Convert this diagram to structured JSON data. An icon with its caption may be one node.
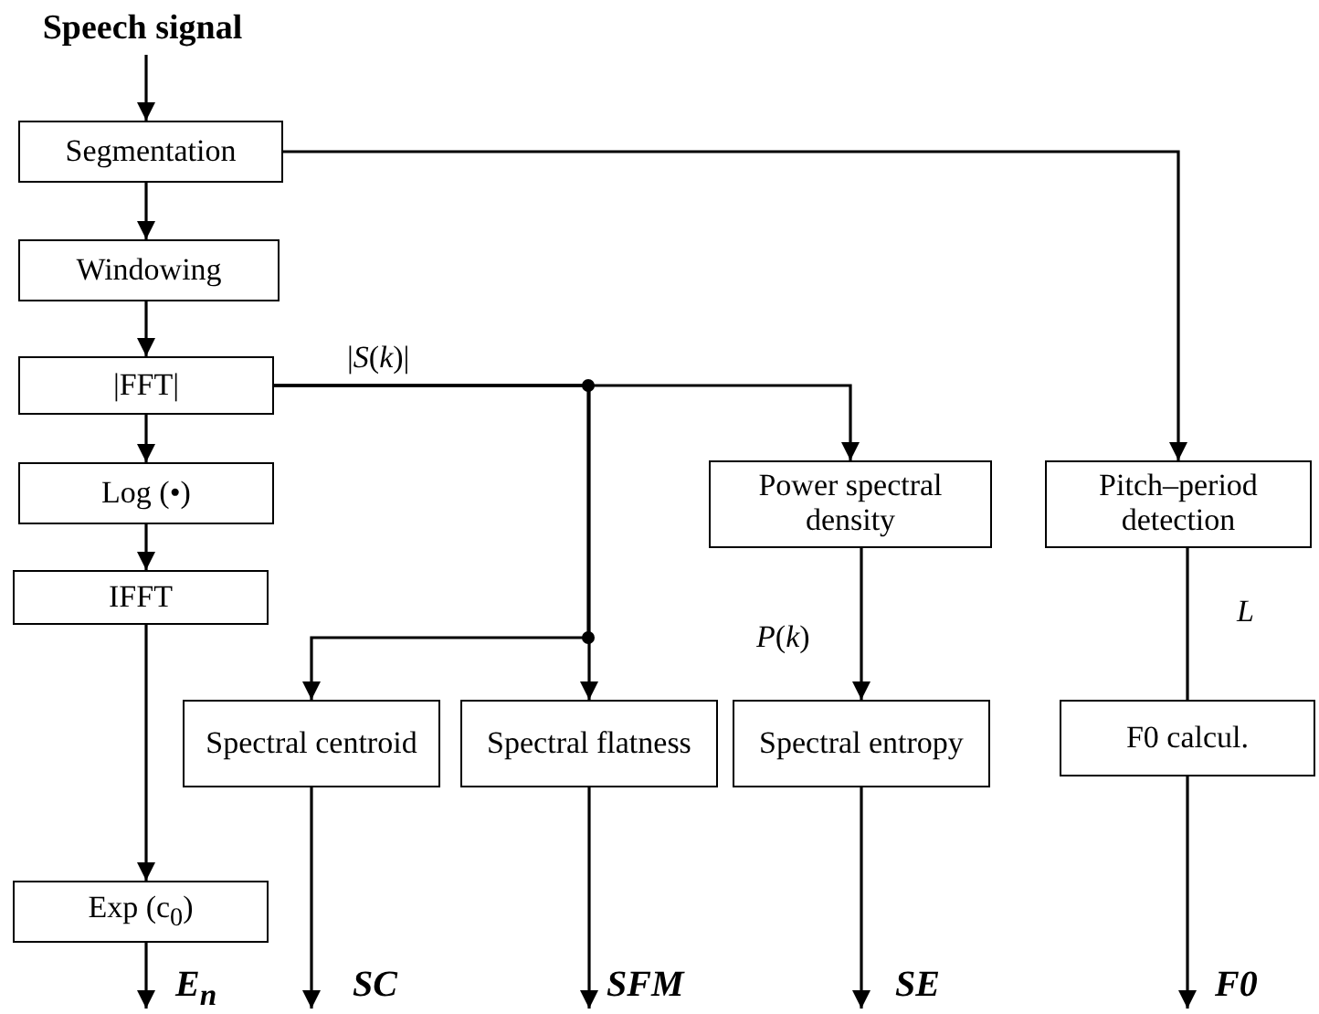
{
  "diagram": {
    "nodes": [
      {
        "text": [
          "Speech signal"
        ]
      },
      {
        "text": [
          "Segmentation"
        ]
      },
      {
        "text": [
          "Windowing"
        ]
      },
      {
        "text": [
          "|FFT|"
        ]
      },
      {
        "text": [
          "Log (•)"
        ]
      },
      {
        "text": [
          "IFFT"
        ]
      },
      {
        "text": [
          "Exp (c$_{0}$)"
        ]
      },
      {
        "text": [
          "Power spectral density"
        ]
      },
      {
        "text": [
          "Pitch–period detection"
        ]
      },
      {
        "text": [
          "Spectral centroid"
        ]
      },
      {
        "text": [
          "Spectral flatness"
        ]
      },
      {
        "text": [
          "Spectral entropy"
        ]
      },
      {
        "text": [
          "F0 calcul."
        ]
      }
    ],
    "edges": [
      {
        "from": 0,
        "to": 1,
        "arrow": "to"
      },
      {
        "from": 1,
        "to": 2,
        "arrow": "to"
      },
      {
        "from": 2,
        "to": 3,
        "arrow": "to"
      },
      {
        "from": 3,
        "to": 4,
        "arrow": "to"
      },
      {
        "from": 4,
        "to": 5,
        "arrow": "to"
      },
      {
        "from": 5,
        "to": 6,
        "arrow": "to"
      },
      {
        "from": 1,
        "to": 8,
        "arrow": "to"
      },
      {
        "from": 3,
        "to": 7,
        "arrow": "to",
        "label": "|*S*(*k*)|"
      },
      {
        "from": 3,
        "to": 10,
        "arrow": "to"
      },
      {
        "from": 3,
        "to": 9,
        "arrow": "to"
      },
      {
        "from": 7,
        "to": 11,
        "arrow": "to",
        "label": "*P*(*k*)"
      },
      {
        "from": 8,
        "to": 12,
        "arrow": "none",
        "label": "*L*"
      },
      {
        "from": 6,
        "to": null,
        "arrow": "to",
        "label": "*E*$_{n}$"
      },
      {
        "from": 9,
        "to": null,
        "arrow": "to",
        "label": "SC"
      },
      {
        "from": 10,
        "to": null,
        "arrow": "to",
        "label": "SFM"
      },
      {
        "from": 11,
        "to": null,
        "arrow": "to",
        "label": "SE"
      },
      {
        "from": 12,
        "to": null,
        "arrow": "to",
        "label": "F0"
      }
    ]
  }
}
